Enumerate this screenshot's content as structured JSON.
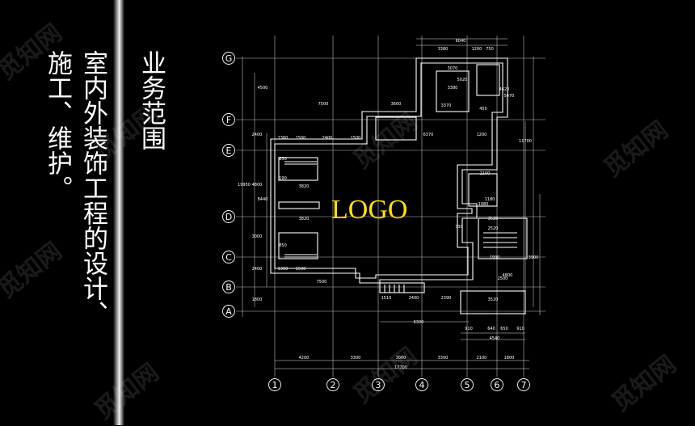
{
  "heading": "业务范围",
  "description_line1": "室内外装饰工程的设计、",
  "description_line2": "施工、维护。",
  "logo_text": "LOGO",
  "logo_color": "#ffe100",
  "watermark_text": "觅知网",
  "grid": {
    "rows": [
      "G",
      "F",
      "E",
      "D",
      "C",
      "B",
      "A"
    ],
    "columns": [
      "1",
      "2",
      "3",
      "4",
      "5",
      "6",
      "7"
    ]
  },
  "dimensions": {
    "top": [
      "6040",
      "3380",
      "1200",
      "750",
      "3070",
      "3380",
      "5020",
      "7500",
      "3600",
      "3370",
      "450",
      "6370",
      "1200"
    ],
    "left": [
      "4500",
      "2400",
      "1360",
      "1500",
      "2400",
      "1500",
      "850",
      "3820",
      "190",
      "3820",
      "850",
      "1360",
      "1500",
      "19950",
      "4800",
      "8440",
      "3000",
      "2400",
      "1800"
    ],
    "right": [
      "2100",
      "1980",
      "1180",
      "730",
      "3520",
      "2520",
      "1990",
      "2500",
      "3520",
      "4540",
      "11700",
      "5470",
      "4620",
      "4800",
      "3900"
    ],
    "bottom": [
      "7500",
      "1510",
      "2400",
      "2390",
      "6300",
      "910",
      "640",
      "650",
      "910",
      "4200",
      "3300",
      "3000",
      "3300",
      "2100",
      "1800",
      "17700"
    ]
  }
}
